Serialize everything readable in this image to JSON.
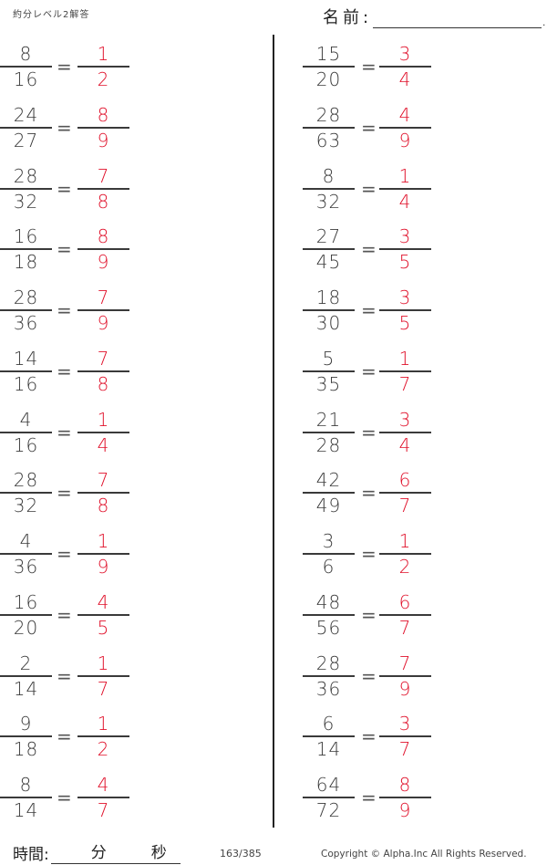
{
  "header": {
    "title": "約分レベル2解答",
    "name_label": "名前:",
    "name_value": ""
  },
  "left_column": [
    {
      "num": "8",
      "den": "16",
      "ans_num": "1",
      "ans_den": "2"
    },
    {
      "num": "24",
      "den": "27",
      "ans_num": "8",
      "ans_den": "9"
    },
    {
      "num": "28",
      "den": "32",
      "ans_num": "7",
      "ans_den": "8"
    },
    {
      "num": "16",
      "den": "18",
      "ans_num": "8",
      "ans_den": "9"
    },
    {
      "num": "28",
      "den": "36",
      "ans_num": "7",
      "ans_den": "9"
    },
    {
      "num": "14",
      "den": "16",
      "ans_num": "7",
      "ans_den": "8"
    },
    {
      "num": "4",
      "den": "16",
      "ans_num": "1",
      "ans_den": "4"
    },
    {
      "num": "28",
      "den": "32",
      "ans_num": "7",
      "ans_den": "8"
    },
    {
      "num": "4",
      "den": "36",
      "ans_num": "1",
      "ans_den": "9"
    },
    {
      "num": "16",
      "den": "20",
      "ans_num": "4",
      "ans_den": "5"
    },
    {
      "num": "2",
      "den": "14",
      "ans_num": "1",
      "ans_den": "7"
    },
    {
      "num": "9",
      "den": "18",
      "ans_num": "1",
      "ans_den": "2"
    },
    {
      "num": "8",
      "den": "14",
      "ans_num": "4",
      "ans_den": "7"
    }
  ],
  "right_column": [
    {
      "num": "15",
      "den": "20",
      "ans_num": "3",
      "ans_den": "4"
    },
    {
      "num": "28",
      "den": "63",
      "ans_num": "4",
      "ans_den": "9"
    },
    {
      "num": "8",
      "den": "32",
      "ans_num": "1",
      "ans_den": "4"
    },
    {
      "num": "27",
      "den": "45",
      "ans_num": "3",
      "ans_den": "5"
    },
    {
      "num": "18",
      "den": "30",
      "ans_num": "3",
      "ans_den": "5"
    },
    {
      "num": "5",
      "den": "35",
      "ans_num": "1",
      "ans_den": "7"
    },
    {
      "num": "21",
      "den": "28",
      "ans_num": "3",
      "ans_den": "4"
    },
    {
      "num": "42",
      "den": "49",
      "ans_num": "6",
      "ans_den": "7"
    },
    {
      "num": "3",
      "den": "6",
      "ans_num": "1",
      "ans_den": "2"
    },
    {
      "num": "48",
      "den": "56",
      "ans_num": "6",
      "ans_den": "7"
    },
    {
      "num": "28",
      "den": "36",
      "ans_num": "7",
      "ans_den": "9"
    },
    {
      "num": "6",
      "den": "14",
      "ans_num": "3",
      "ans_den": "7"
    },
    {
      "num": "64",
      "den": "72",
      "ans_num": "8",
      "ans_den": "9"
    }
  ],
  "equals_sign": "=",
  "footer": {
    "time_label": "時間:",
    "minutes_label": "分",
    "seconds_label": "秒",
    "page_count": "163/385",
    "copyright": "Copyright ©  Alpha.Inc All Rights Reserved."
  },
  "colors": {
    "answer": "#e0102a",
    "text": "#3a3a3a"
  }
}
